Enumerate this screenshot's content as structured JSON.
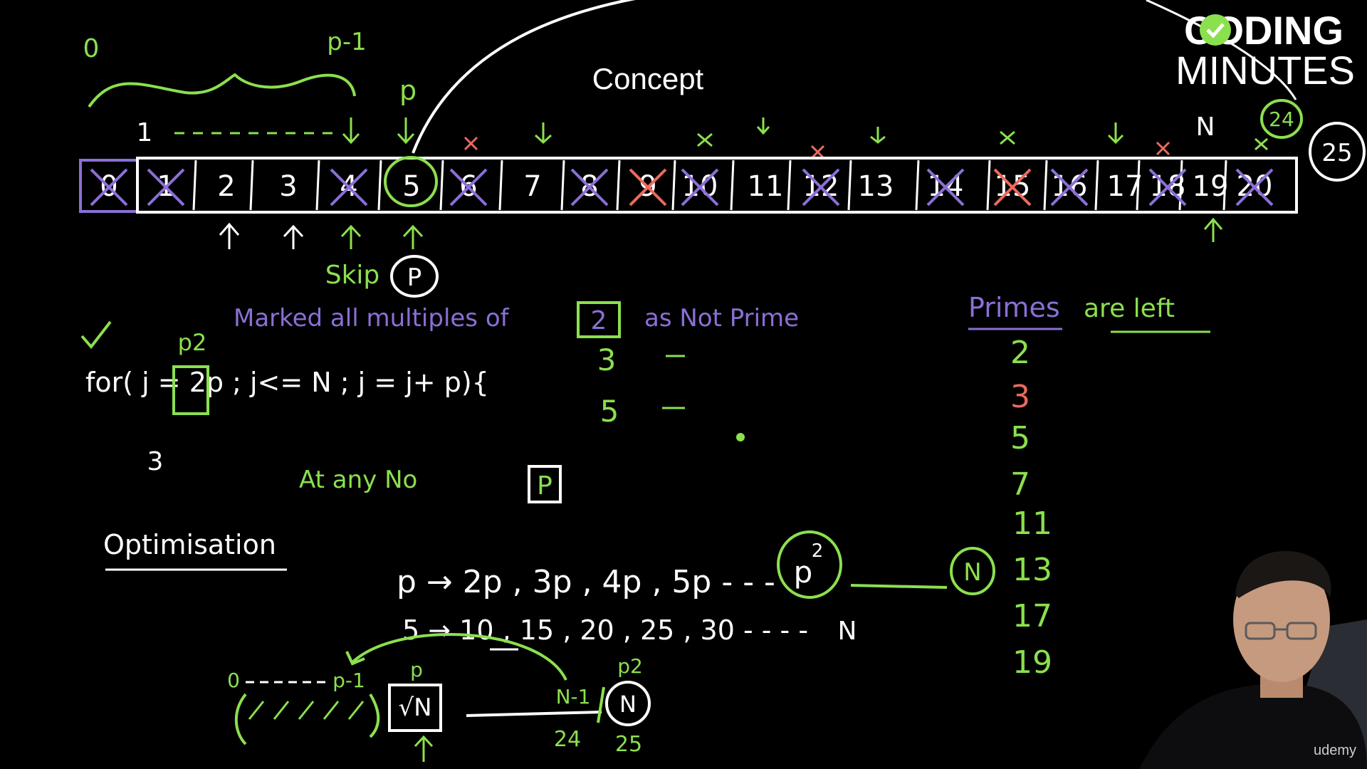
{
  "title": "Concept",
  "brand": {
    "line1": "CODING",
    "line2": "MINUTES",
    "watermark": "udemy"
  },
  "top_labels": {
    "zero": "0",
    "p_minus_1": "p-1",
    "p": "p",
    "one": "1",
    "n": "N",
    "circle_25": "25",
    "circle_24": "24"
  },
  "array_cells": [
    "0",
    "1",
    "2",
    "3",
    "4",
    "5",
    "6",
    "7",
    "8",
    "9",
    "10",
    "11",
    "12",
    "13",
    "14",
    "15",
    "16",
    "17",
    "18",
    "19",
    "20"
  ],
  "skip": {
    "label": "Skip",
    "circled": "P"
  },
  "marked_note": {
    "prefix": "Marked all multiples of",
    "boxed": "2",
    "suffix": "as Not Prime",
    "rows": [
      "3",
      "5"
    ]
  },
  "code": {
    "p2": "p2",
    "text": "for( j = 2p ; j<= N ; j = j+ p){",
    "line3": "3"
  },
  "at_any": {
    "text": "At any No",
    "boxed": "P"
  },
  "optimisation": {
    "title": "Optimisation",
    "line1": "p → 2p , 3p , 4p , 5p - - -",
    "p_sq": "p",
    "sq_exp": "2",
    "n_circle": "N",
    "line2": "5 → 10 , 15 , 20 , 25 , 30 - - - -",
    "n2": "N"
  },
  "range": {
    "zero": "0",
    "p_minus_1": "p-1",
    "p": "p",
    "sqrt_n": "√N",
    "p2": "p2",
    "n_minus_1": "N-1",
    "n": "N",
    "v24": "24",
    "v25": "25"
  },
  "primes": {
    "heading_part1": "Primes",
    "heading_part2": "are left",
    "list": [
      "2",
      "3",
      "5",
      "7",
      "11",
      "13",
      "17",
      "19"
    ]
  },
  "colors": {
    "green": "#8be04e",
    "purple": "#8b6fd6",
    "red": "#ea6a5f",
    "white": "#ffffff"
  }
}
